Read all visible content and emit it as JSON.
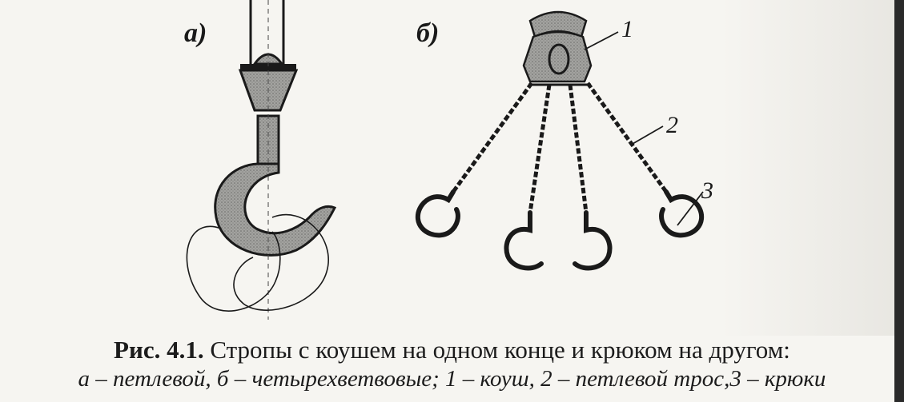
{
  "figure": {
    "label_a": "а)",
    "label_b": "б)",
    "callouts": [
      "1",
      "2",
      "3"
    ]
  },
  "caption": {
    "prefix": "Рис. 4.1.",
    "title": "Стропы с коушем на одном конце и крюком на другом:",
    "legend": "а – петлевой, б – четырехветвовые; 1 – коуш, 2 – петлевой трос,3 – крюки"
  },
  "colors": {
    "metal_fill": "#9a9a98",
    "ink": "#1a1a1a",
    "paper": "#f6f5f1"
  }
}
